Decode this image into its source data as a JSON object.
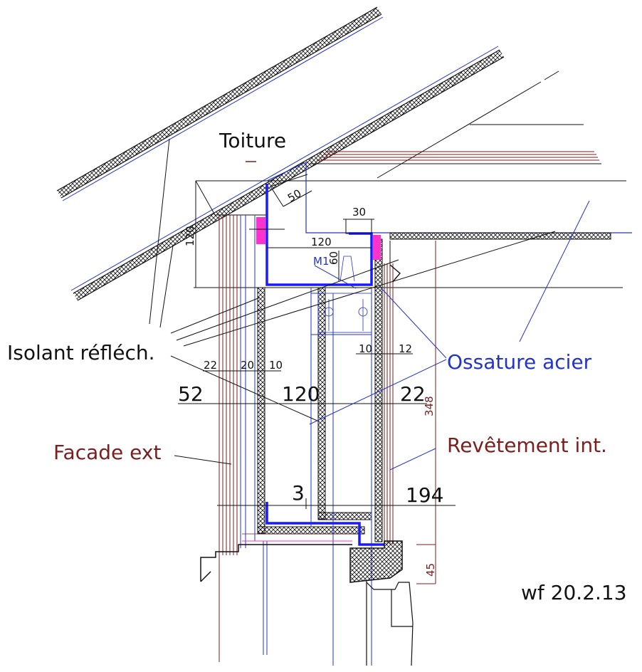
{
  "labels": {
    "roof": "Toiture",
    "reflective_insulation": "Isolant réfléch.",
    "steel_frame": "Ossature acier",
    "exterior_facade": "Facade ext",
    "interior_cladding": "Revêtement int.",
    "signature": "wf 20.2.13"
  },
  "dims": {
    "d50": "50",
    "d30": "30",
    "d120_top": "120",
    "d120_left": "120",
    "d60": "60",
    "m1": "M1",
    "d22a": "22",
    "d20": "20",
    "d10a": "10",
    "d10b": "10",
    "d12": "12",
    "d52": "52",
    "d120_mid": "120",
    "d22b": "22",
    "d348": "348",
    "d3": "3",
    "d194": "194",
    "d45": "45"
  },
  "colors": {
    "outline": "#111111",
    "steel": "#1a1aff",
    "facade": "#7a1e1e",
    "membrane": "#ff33cc",
    "guide": "#3344ff"
  }
}
